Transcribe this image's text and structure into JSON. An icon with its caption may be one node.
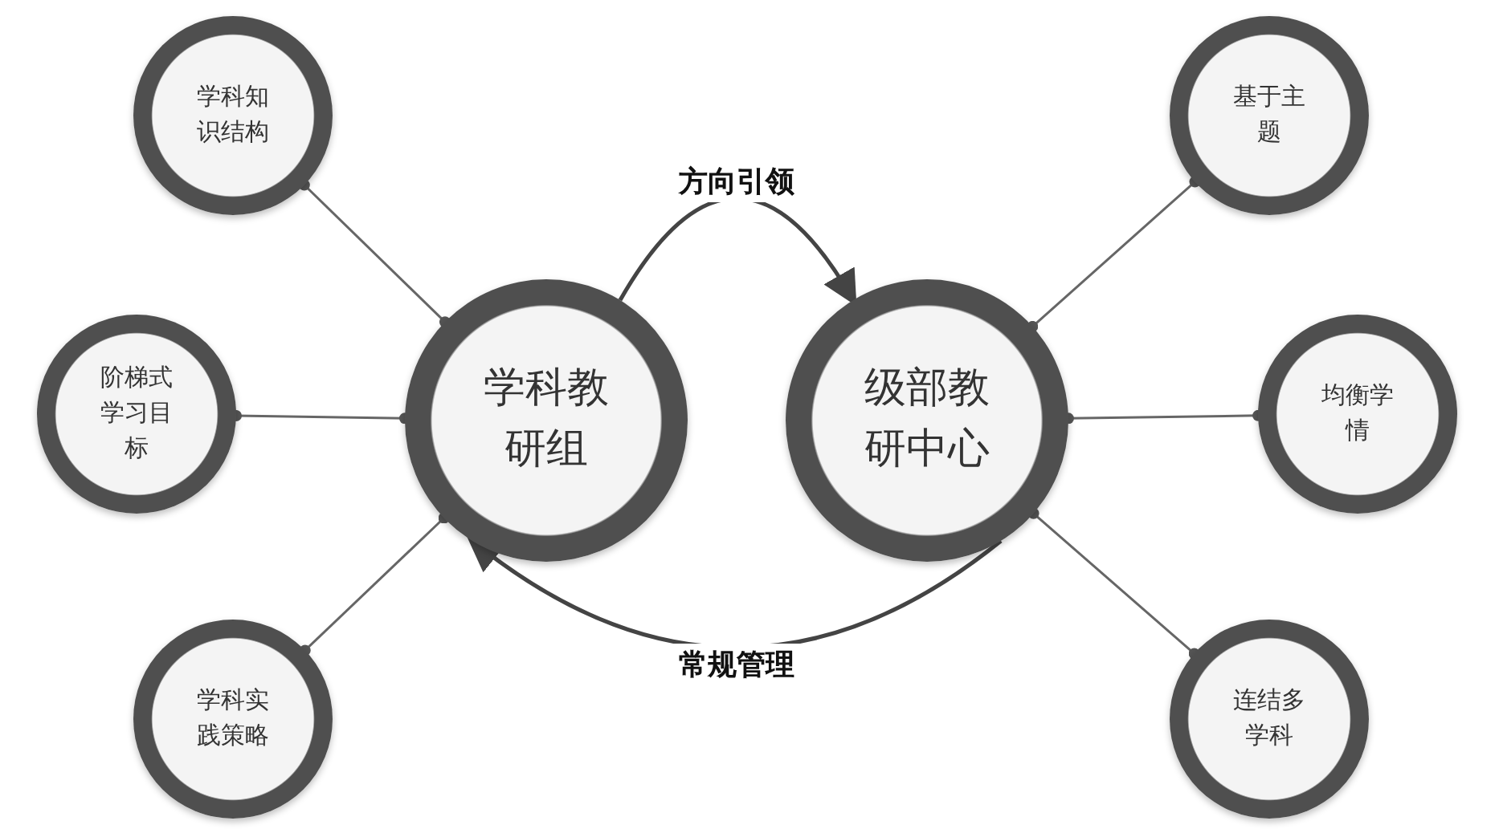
{
  "diagram": {
    "nodes": [
      {
        "text": [
          "学科知识结构"
        ]
      },
      {
        "text": [
          "阶梯式学习目标"
        ]
      },
      {
        "text": [
          "学科实践策略"
        ]
      },
      {
        "text": [
          "学科教研组"
        ]
      },
      {
        "text": [
          "级部教研中心"
        ]
      },
      {
        "text": [
          "基于主题"
        ]
      },
      {
        "text": [
          "均衡学情"
        ]
      },
      {
        "text": [
          "连结多学科"
        ]
      }
    ],
    "edges": [
      {
        "from": 0,
        "to": 3,
        "arrow": "other"
      },
      {
        "from": 1,
        "to": 3,
        "arrow": "other"
      },
      {
        "from": 2,
        "to": 3,
        "arrow": "other"
      },
      {
        "from": 4,
        "to": 5,
        "arrow": "other"
      },
      {
        "from": 4,
        "to": 6,
        "arrow": "other"
      },
      {
        "from": 4,
        "to": 7,
        "arrow": "other"
      },
      {
        "from": 3,
        "to": 4,
        "arrow": "to",
        "label": "方向引领"
      },
      {
        "from": 4,
        "to": 3,
        "arrow": "to",
        "label": "常规管理"
      }
    ]
  }
}
